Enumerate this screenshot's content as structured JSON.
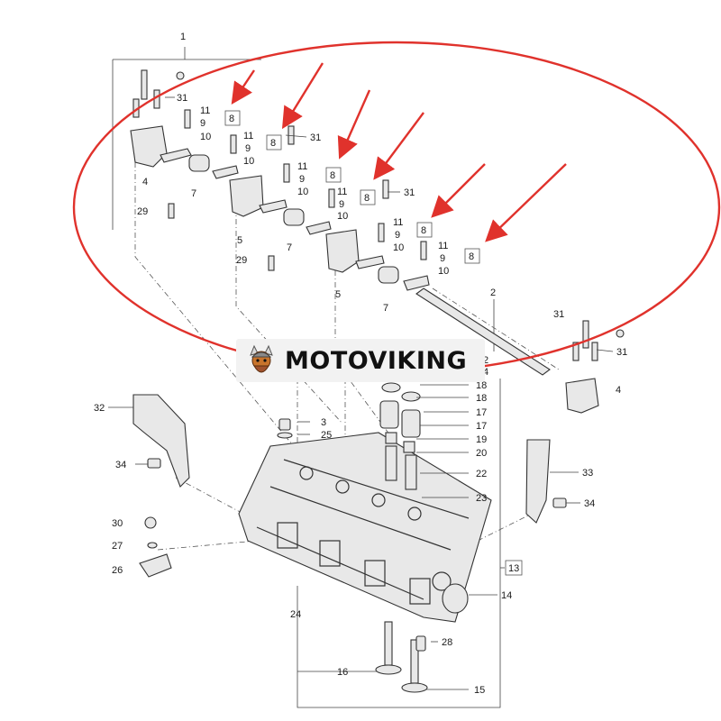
{
  "brand": {
    "name": "MOTOVIKING",
    "logo_icon": "viking-mascot-icon"
  },
  "colors": {
    "highlight": "#e0322c",
    "line": "#333333"
  },
  "callouts": [
    {
      "id": "c1",
      "text": "1"
    },
    {
      "id": "c2a",
      "text": "2"
    },
    {
      "id": "c2b",
      "text": "2"
    },
    {
      "id": "c3",
      "text": "3"
    },
    {
      "id": "c4a",
      "text": "4"
    },
    {
      "id": "c4b",
      "text": "4"
    },
    {
      "id": "c4c",
      "text": "4"
    },
    {
      "id": "c5a",
      "text": "5"
    },
    {
      "id": "c5b",
      "text": "5"
    },
    {
      "id": "c7a",
      "text": "7"
    },
    {
      "id": "c7b",
      "text": "7"
    },
    {
      "id": "c7c",
      "text": "7"
    },
    {
      "id": "c8a",
      "text": "8"
    },
    {
      "id": "c8b",
      "text": "8"
    },
    {
      "id": "c8c",
      "text": "8"
    },
    {
      "id": "c8d",
      "text": "8"
    },
    {
      "id": "c8e",
      "text": "8"
    },
    {
      "id": "c8f",
      "text": "8"
    },
    {
      "id": "c9a",
      "text": "9"
    },
    {
      "id": "c9b",
      "text": "9"
    },
    {
      "id": "c9c",
      "text": "9"
    },
    {
      "id": "c9d",
      "text": "9"
    },
    {
      "id": "c9e",
      "text": "9"
    },
    {
      "id": "c9f",
      "text": "9"
    },
    {
      "id": "c10a",
      "text": "10"
    },
    {
      "id": "c10b",
      "text": "10"
    },
    {
      "id": "c10c",
      "text": "10"
    },
    {
      "id": "c10d",
      "text": "10"
    },
    {
      "id": "c10e",
      "text": "10"
    },
    {
      "id": "c10f",
      "text": "10"
    },
    {
      "id": "c11a",
      "text": "11"
    },
    {
      "id": "c11b",
      "text": "11"
    },
    {
      "id": "c11c",
      "text": "11"
    },
    {
      "id": "c11d",
      "text": "11"
    },
    {
      "id": "c11e",
      "text": "11"
    },
    {
      "id": "c11f",
      "text": "11"
    },
    {
      "id": "c13",
      "text": "13"
    },
    {
      "id": "c14",
      "text": "14"
    },
    {
      "id": "c15",
      "text": "15"
    },
    {
      "id": "c16",
      "text": "16"
    },
    {
      "id": "c17a",
      "text": "17"
    },
    {
      "id": "c17b",
      "text": "17"
    },
    {
      "id": "c18a",
      "text": "18"
    },
    {
      "id": "c18b",
      "text": "18"
    },
    {
      "id": "c19",
      "text": "19"
    },
    {
      "id": "c20",
      "text": "20"
    },
    {
      "id": "c22",
      "text": "22"
    },
    {
      "id": "c23",
      "text": "23"
    },
    {
      "id": "c24",
      "text": "24"
    },
    {
      "id": "c25",
      "text": "25"
    },
    {
      "id": "c26",
      "text": "26"
    },
    {
      "id": "c27",
      "text": "27"
    },
    {
      "id": "c28",
      "text": "28"
    },
    {
      "id": "c29a",
      "text": "29"
    },
    {
      "id": "c29b",
      "text": "29"
    },
    {
      "id": "c30",
      "text": "30"
    },
    {
      "id": "c31a",
      "text": "31"
    },
    {
      "id": "c31b",
      "text": "31"
    },
    {
      "id": "c31c",
      "text": "31"
    },
    {
      "id": "c31d",
      "text": "31"
    },
    {
      "id": "c31e",
      "text": "31"
    },
    {
      "id": "c32",
      "text": "32"
    },
    {
      "id": "c33",
      "text": "33"
    },
    {
      "id": "c34a",
      "text": "34"
    },
    {
      "id": "c34b",
      "text": "34"
    }
  ]
}
